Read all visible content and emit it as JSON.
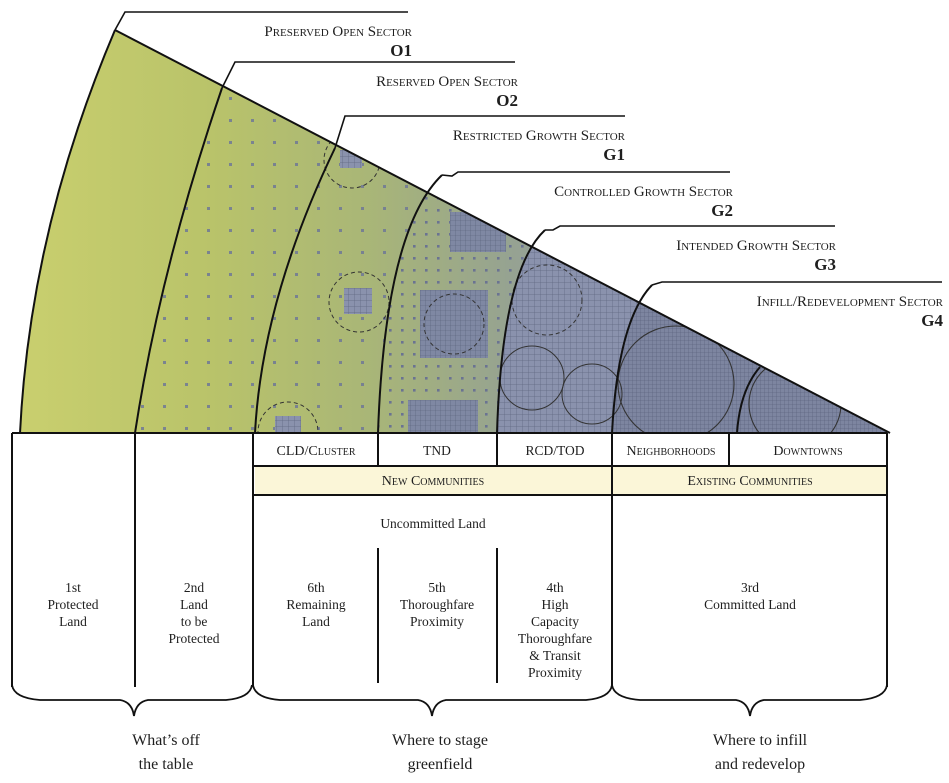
{
  "sectors": [
    {
      "name": "Preserved Open Sector",
      "code": "O1"
    },
    {
      "name": "Reserved Open Sector",
      "code": "O2"
    },
    {
      "name": "Restricted Growth Sector",
      "code": "G1"
    },
    {
      "name": "Controlled Growth Sector",
      "code": "G2"
    },
    {
      "name": "Intended Growth Sector",
      "code": "G3"
    },
    {
      "name": "Infill/Redevelopment Sector",
      "code": "G4"
    }
  ],
  "community_types": [
    "CLD/Cluster",
    "TND",
    "RCD/TOD",
    "Neighborhoods",
    "Downtowns"
  ],
  "community_groups": [
    "New Communities",
    "Existing Communities"
  ],
  "uncommitted_label": "Uncommitted Land",
  "priorities": [
    {
      "lines": [
        "1st",
        "Protected",
        "Land"
      ]
    },
    {
      "lines": [
        "2nd",
        "Land",
        "to be",
        "Protected"
      ]
    },
    {
      "lines": [
        "6th",
        "Remaining",
        "Land"
      ]
    },
    {
      "lines": [
        "5th",
        "Thoroughfare",
        "Proximity"
      ]
    },
    {
      "lines": [
        "4th",
        "High",
        "Capacity",
        "Thoroughfare",
        "& Transit",
        "Proximity"
      ]
    },
    {
      "lines": [
        "3rd",
        "Committed Land"
      ]
    }
  ],
  "footer_groups": [
    {
      "lines": [
        "What’s off",
        "the table"
      ]
    },
    {
      "lines": [
        "Where to stage",
        "greenfield"
      ]
    },
    {
      "lines": [
        "Where to infill",
        "and redevelop"
      ]
    }
  ],
  "colors": {
    "o1": "#c9cf6e",
    "o2": "#b9c36a",
    "g1": "#a9b677",
    "g2": "#97a48f",
    "g3": "#8f97aa",
    "g4": "#848ca6",
    "band": "#fbf6d8",
    "line": "#1a1a1a",
    "dot": "#7d86a6"
  }
}
